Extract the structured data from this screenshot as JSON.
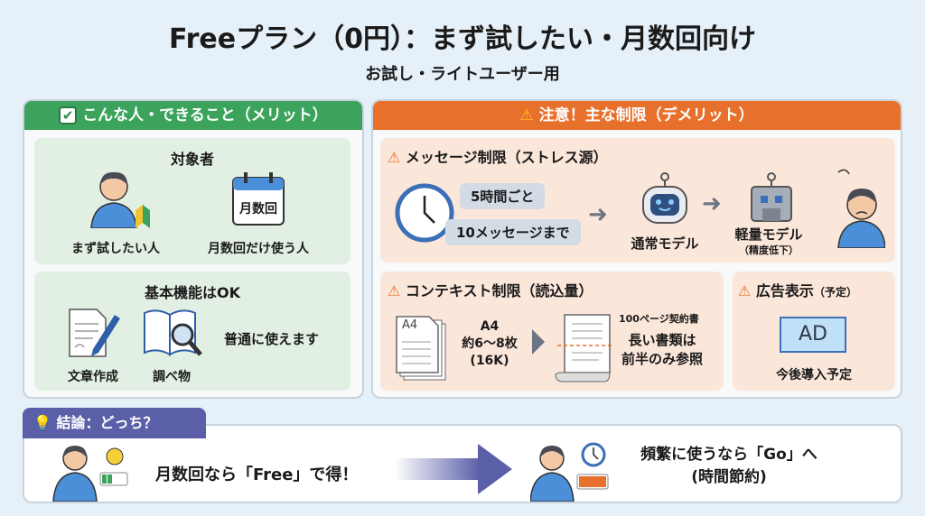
{
  "title": "Freeプラン（0円）：まず試したい・月数回向け",
  "subtitle": "お試し・ライトユーザー用",
  "merits": {
    "header": "こんな人・できること（メリット）",
    "target": {
      "heading": "対象者",
      "items": [
        "まず試したい人",
        "月数回だけ使う人"
      ],
      "calendar_label": "月数回"
    },
    "features": {
      "heading": "基本機能はOK",
      "items": [
        "文章作成",
        "調べ物"
      ],
      "note": "普通に使えます"
    }
  },
  "demerits": {
    "header": "注意！主な制限（デメリット）",
    "message": {
      "heading": "メッセージ制限（ストレス源）",
      "bubble1": "5時間ごと",
      "bubble2": "10メッセージまで",
      "model1": "通常モデル",
      "model2": "軽量モデル",
      "model2_note": "（精度低下）"
    },
    "context": {
      "heading": "コンテキスト制限（読込量）",
      "doc_label": "A4",
      "size_lines": [
        "A4",
        "約6〜8枚",
        "(16K)"
      ],
      "scroll_label": "100ページ契約書",
      "result_lines": [
        "長い書類は",
        "前半のみ参照"
      ]
    },
    "ads": {
      "heading": "広告表示",
      "heading_note": "（予定）",
      "ad_label": "AD",
      "note": "今後導入予定"
    }
  },
  "conclusion": {
    "tag": "結論：どっち？",
    "left": "月数回なら「Free」で得！",
    "right_lines": [
      "頻繁に使うなら「Go」へ",
      "(時間節約)"
    ]
  },
  "colors": {
    "green": "#3ba35b",
    "orange": "#e8702d",
    "purple": "#5b5fa8",
    "user_blue": "#4a8fd8"
  }
}
